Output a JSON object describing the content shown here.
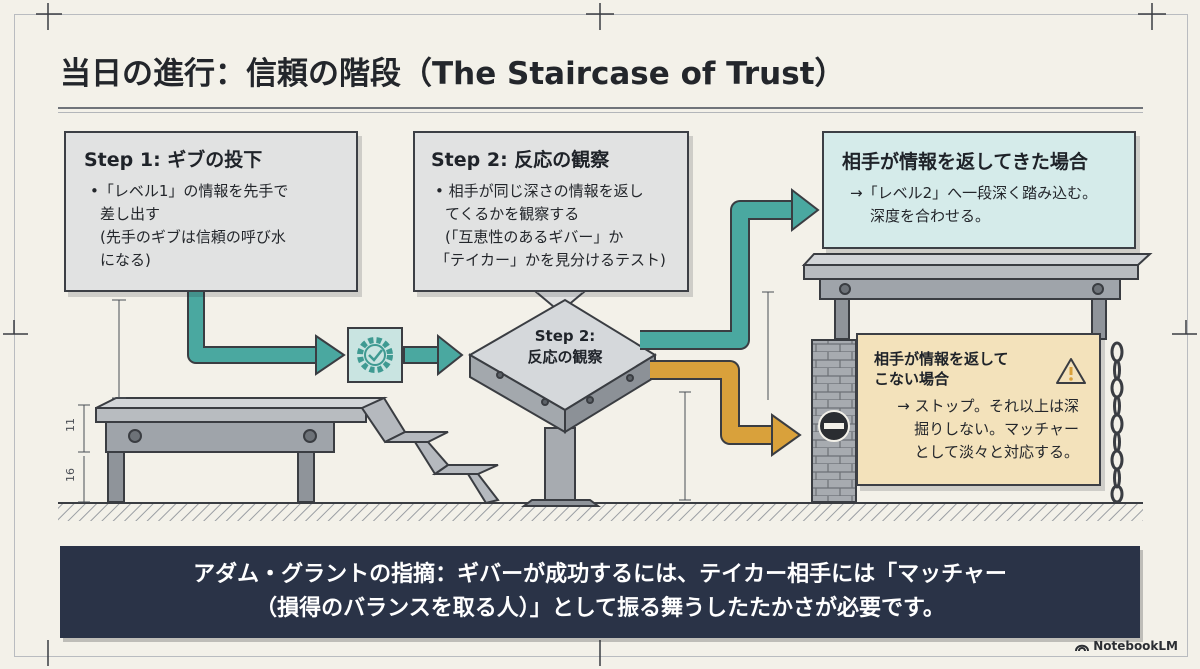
{
  "title": "当日の進行：信頼の階段（The Staircase of Trust）",
  "cards": {
    "step1": {
      "heading": "Step 1: ギブの投下",
      "lines": [
        "•「レベル1」の情報を先手で",
        "差し出す",
        "(先手のギブは信頼の呼び水",
        "になる)"
      ]
    },
    "step2": {
      "heading": "Step 2: 反応の観察",
      "lines": [
        "• 相手が同じ深さの情報を返し",
        "てくるかを観察する",
        "(「互恵性のあるギバー」か",
        "「テイカー」かを見分けるテスト)"
      ]
    },
    "return": {
      "heading": "相手が情報を返してきた場合",
      "lines": [
        "→「レベル2」へ一段深く踏み込む。",
        "深度を合わせる。"
      ]
    },
    "noreturn": {
      "heading_lines": [
        "相手が情報を返して",
        "こない場合"
      ],
      "lines": [
        "→ ストップ。それ以上は深",
        "掘りしない。マッチャー",
        "として淡々と対応する。"
      ]
    }
  },
  "platform_label": [
    "Step 2:",
    "反応の観察"
  ],
  "dimensions": [
    "11",
    "16"
  ],
  "banner": {
    "line1": "アダム・グラントの指摘：ギバーが成功するには、テイカー相手には「マッチャー",
    "line2": "（損得のバランスを取る人）」として振る舞うしたたかさが必要です。"
  },
  "brand": "NotebookLM",
  "colors": {
    "teal": "#4aa8a0",
    "amber": "#d9a13b",
    "navy": "#2a3347",
    "steel": "#a9adb2"
  },
  "icons": [
    "gear-check-icon",
    "warning-icon",
    "no-entry-icon",
    "notebooklm-logo-icon"
  ]
}
